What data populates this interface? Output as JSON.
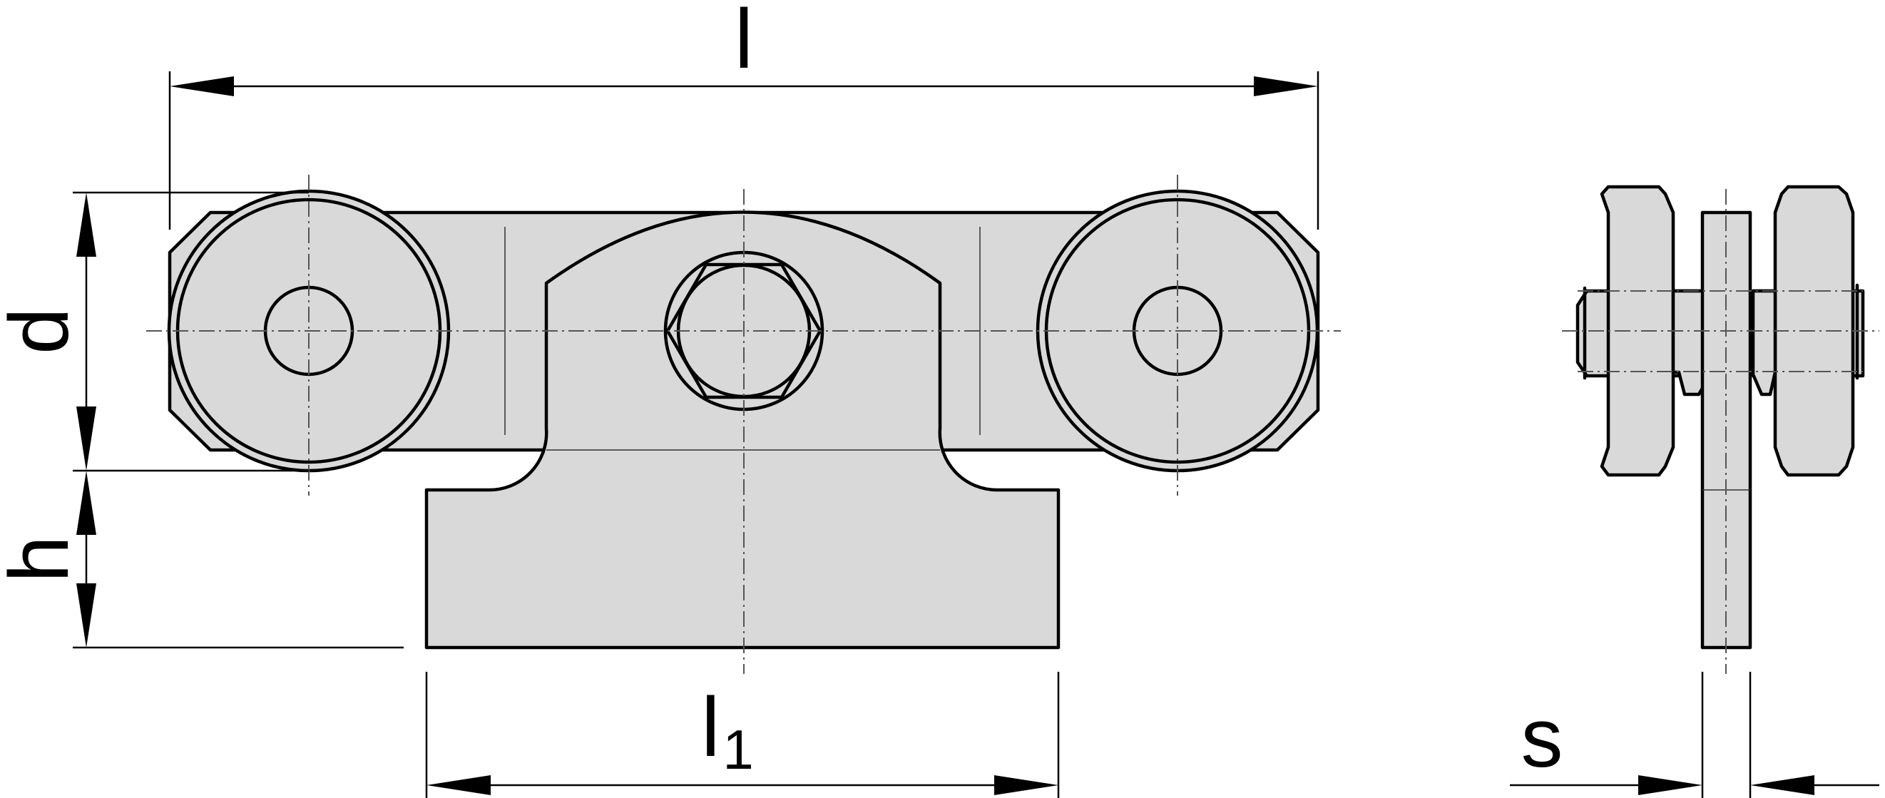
{
  "dimensions": {
    "l": "l",
    "l1_main": "l",
    "l1_sub": "1",
    "d": "d",
    "h": "h",
    "s": "s"
  }
}
